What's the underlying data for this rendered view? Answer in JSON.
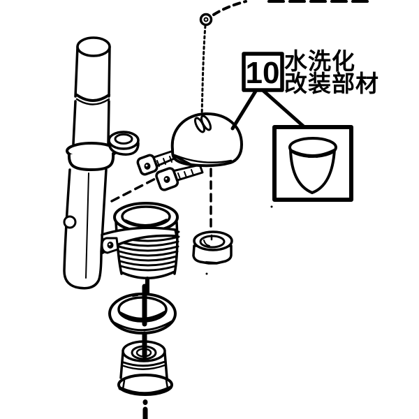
{
  "page": {
    "background": "#ffffff",
    "ink": "#000000",
    "faint_dash_color": "#b3b3b3"
  },
  "callout": {
    "number": "10",
    "label_line1": "水洗化",
    "label_line2": "改装部材"
  }
}
